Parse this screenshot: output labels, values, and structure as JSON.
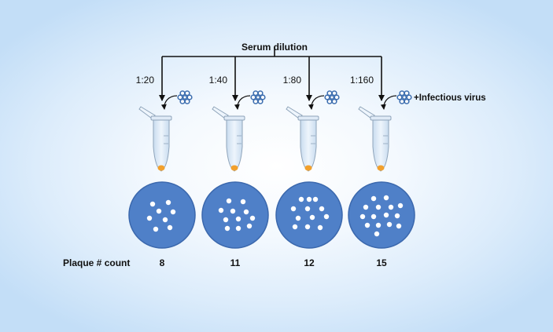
{
  "title": "Serum dilution",
  "virus_label": "+Infectious virus",
  "count_label": "Plaque # count",
  "samples": [
    {
      "dilution": "1:20",
      "count": "8"
    },
    {
      "dilution": "1:40",
      "count": "11"
    },
    {
      "dilution": "1:80",
      "count": "12"
    },
    {
      "dilution": "1:160",
      "count": "15"
    }
  ],
  "colors": {
    "plate": "#4f80c8",
    "plate_edge": "#3b68ad",
    "plaque": "#ffffff",
    "tube_fill": "#dbe9f6",
    "tube_stroke": "#8fa4ba",
    "pellet": "#f2a02c",
    "virus": "#3e6fb0",
    "line": "#111111"
  }
}
